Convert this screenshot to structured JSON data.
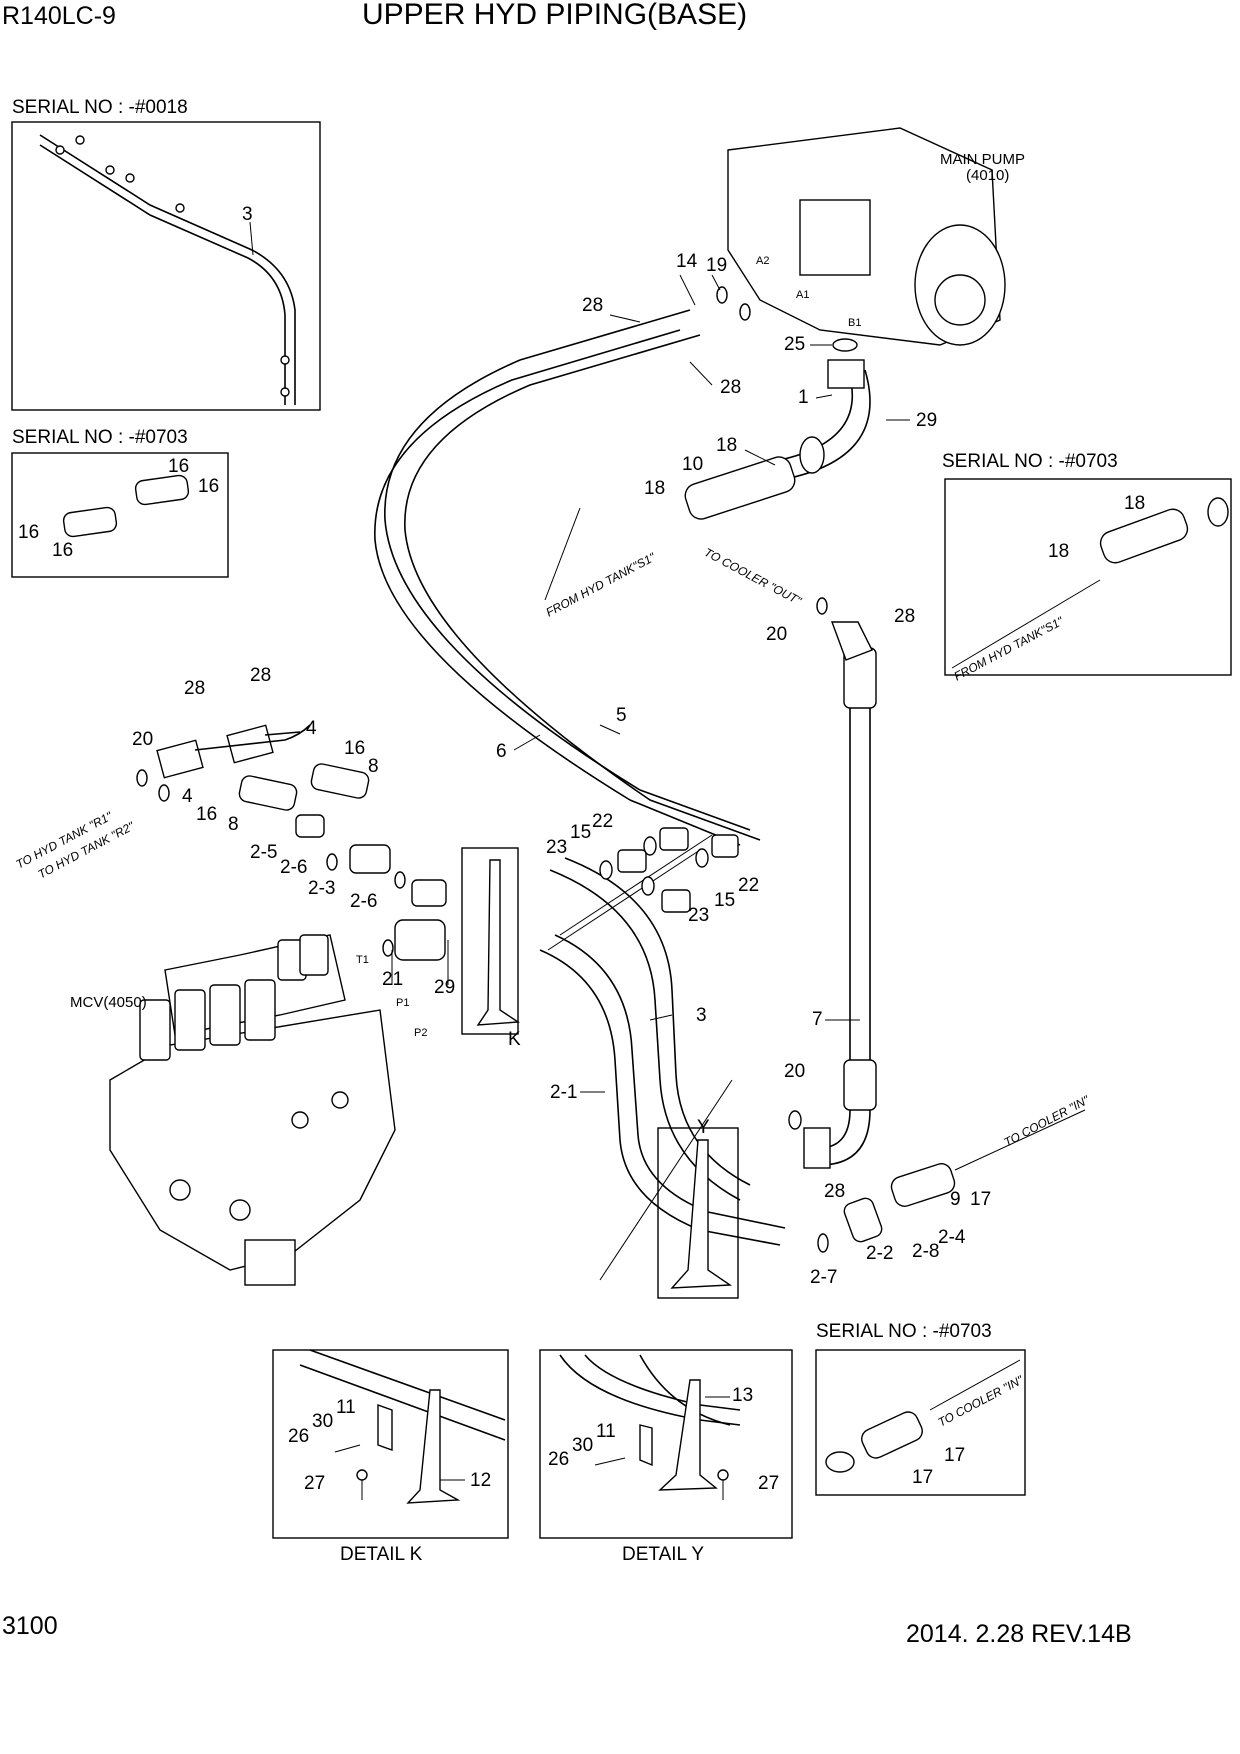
{
  "header": {
    "model": "R140LC-9",
    "title": "UPPER HYD PIPING(BASE)"
  },
  "footer": {
    "page": "3100",
    "date_rev": "2014. 2.28  REV.14B"
  },
  "components": {
    "main_pump": "MAIN PUMP",
    "main_pump_no": "(4010)",
    "mcv": "MCV(4050)"
  },
  "serial_boxes": {
    "box1": "SERIAL NO : -#0018",
    "box2": "SERIAL NO : -#0703",
    "box3": "SERIAL NO : -#0703",
    "box4": "SERIAL NO : -#0703"
  },
  "details": {
    "k_caption": "DETAIL K",
    "y_caption": "DETAIL Y",
    "k_marker": "K",
    "y_marker": "Y"
  },
  "port_labels": {
    "a1": "A1",
    "a2": "A2",
    "b1": "B1",
    "t1": "T1",
    "p1": "P1",
    "p2": "P2"
  },
  "flow_labels": {
    "from_tank_s1": "FROM HYD TANK\"S1\"",
    "from_tank_s1_detail": "FROM HYD TANK\"S1\"",
    "to_cooler_out": "TO COOLER \"OUT\"",
    "to_cooler_in": "TO COOLER \"IN\"",
    "to_cooler_in_detail": "TO COOLER \"IN\"",
    "to_tank_r1": "TO HYD TANK \"R1\"",
    "to_tank_r2": "TO HYD TANK \"R2\""
  },
  "callouts": {
    "c_3a": "3",
    "c_16a": "16",
    "c_16b": "16",
    "c_16c": "16",
    "c_16d": "16",
    "c_14": "14",
    "c_19": "19",
    "c_28a": "28",
    "c_28b": "28",
    "c_25": "25",
    "c_1": "1",
    "c_29a": "29",
    "c_18a": "18",
    "c_10": "10",
    "c_18b": "18",
    "c_18c": "18",
    "c_18d": "18",
    "c_20a": "20",
    "c_28c": "28",
    "c_28d": "28",
    "c_28e": "28",
    "c_20b": "20",
    "c_4a": "4",
    "c_4b": "4",
    "c_16e": "16",
    "c_8a": "8",
    "c_16f": "16",
    "c_8b": "8",
    "c_5": "5",
    "c_6": "6",
    "c_2_5": "2-5",
    "c_2_6a": "2-6",
    "c_2_3": "2-3",
    "c_2_6b": "2-6",
    "c_23a": "23",
    "c_15a": "15",
    "c_22a": "22",
    "c_22b": "22",
    "c_15b": "15",
    "c_23b": "23",
    "c_21": "21",
    "c_29b": "29",
    "c_3b": "3",
    "c_7": "7",
    "c_2_1": "2-1",
    "c_20c": "20",
    "c_28f": "28",
    "c_9": "9",
    "c_17a": "17",
    "c_2_4": "2-4",
    "c_2_2": "2-2",
    "c_2_8": "2-8",
    "c_2_7": "2-7",
    "c_11a": "11",
    "c_30a": "30",
    "c_26a": "26",
    "c_27a": "27",
    "c_12": "12",
    "c_13": "13",
    "c_11b": "11",
    "c_30b": "30",
    "c_26b": "26",
    "c_27b": "27",
    "c_17b": "17",
    "c_17c": "17"
  }
}
